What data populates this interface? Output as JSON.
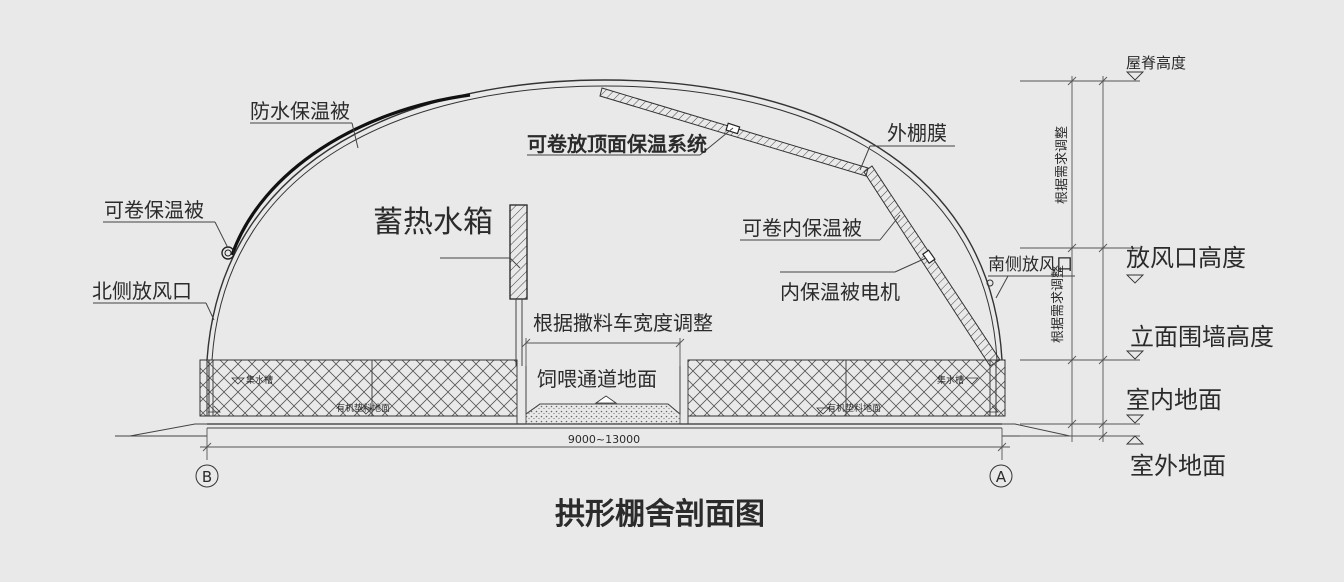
{
  "title": "拱形棚舍剖面图",
  "labels": {
    "waterproof_quilt": "防水保温被",
    "rollable_quilt": "可卷保温被",
    "north_vent": "北侧放风口",
    "heat_tank": "蓄热水箱",
    "roof_system": "可卷放顶面保温系统",
    "outer_film": "外棚膜",
    "inner_quilt": "可卷内保温被",
    "inner_motor": "内保温被电机",
    "south_vent": "南侧放风口",
    "feeder_width": "根据撒料车宽度调整",
    "feed_passage": "饲喂通道地面",
    "drain_left": "集水槽",
    "drain_right": "集水槽",
    "bed_left": "有机垫料地面",
    "bed_right": "有机垫料地面",
    "width_dim": "9000~13000",
    "axis_b": "B",
    "axis_a": "A"
  },
  "levels": {
    "ridge_height": "屋脊高度",
    "vent_height": "放风口高度",
    "wall_height": "立面围墙高度",
    "indoor_floor": "室内地面",
    "outdoor_ground": "室外地面",
    "adjust_upper": "根据需求调整",
    "adjust_lower": "根据需求调整"
  }
}
